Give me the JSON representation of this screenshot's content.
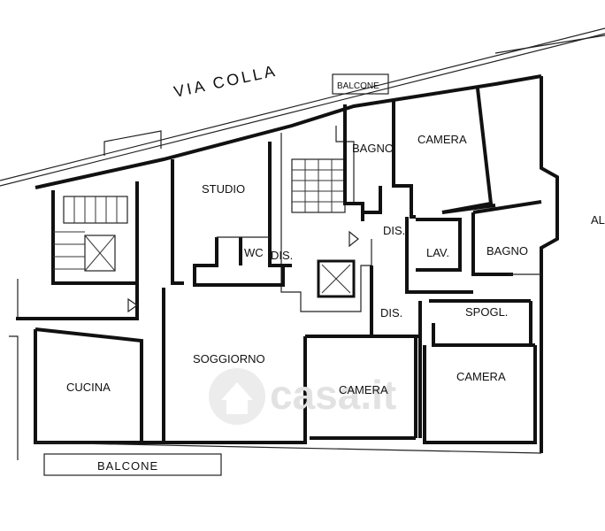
{
  "street": {
    "name": "VIA COLLA"
  },
  "rooms": {
    "balcone_top": "BALCONE",
    "bagno_top": "BAGNO",
    "camera_top": "CAMERA",
    "studio": "STUDIO",
    "wc": "WC",
    "dis_wc": "DIS.",
    "dis_upper": "DIS.",
    "lav": "LAV.",
    "bagno_right": "BAGNO",
    "dis_lower": "DIS.",
    "spogl": "SPOGL.",
    "soggiorno": "SOGGIORNO",
    "cucina": "CUCINA",
    "camera_mid": "CAMERA",
    "camera_right": "CAMERA",
    "balcone_bottom": "BALCONE",
    "edge_label": "AL"
  },
  "watermark": {
    "text": "casa.it",
    "icon": "house-icon"
  }
}
